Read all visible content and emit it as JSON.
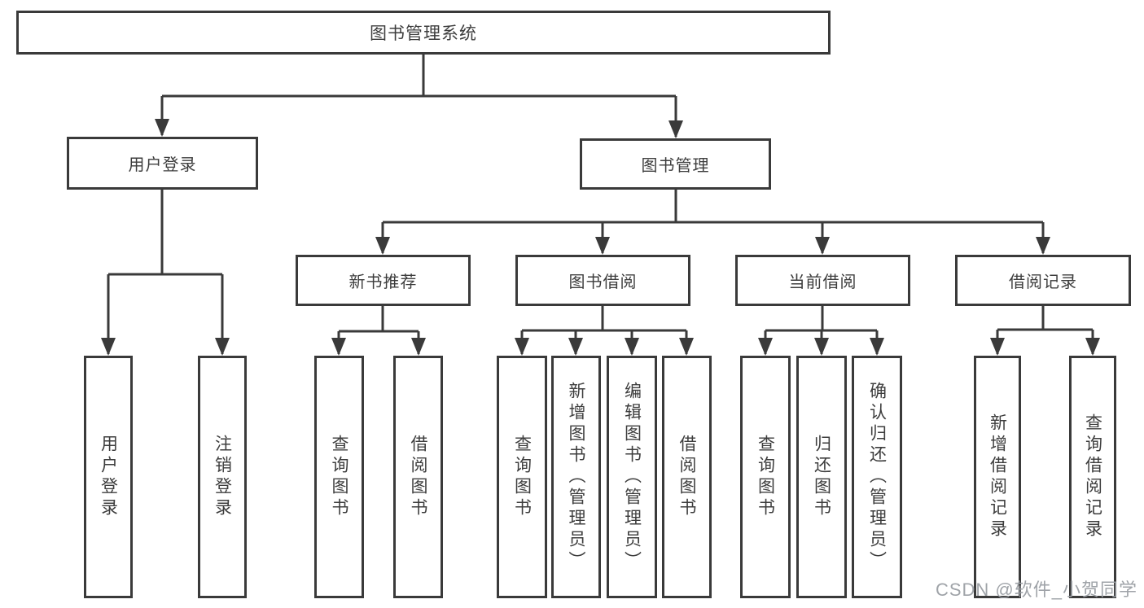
{
  "colors": {
    "line": "#3a3a3a",
    "box_border": "#3a3a3a",
    "text": "#3d3d3d",
    "background": "#ffffff",
    "watermark": "#9a9ea3"
  },
  "watermark": {
    "text": "CSDN @软件_小贺同学"
  },
  "diagram": {
    "root": {
      "label": "图书管理系统"
    },
    "level2": [
      {
        "label": "用户登录"
      },
      {
        "label": "图书管理"
      }
    ],
    "user_login_children": [
      {
        "label": "用户登录"
      },
      {
        "label": "注销登录"
      }
    ],
    "level3": [
      {
        "label": "新书推荐",
        "children": [
          {
            "label": "查询图书"
          },
          {
            "label": "借阅图书"
          }
        ]
      },
      {
        "label": "图书借阅",
        "children": [
          {
            "label": "查询图书"
          },
          {
            "label": "新增图书（管理员）"
          },
          {
            "label": "编辑图书（管理员）"
          },
          {
            "label": "借阅图书"
          }
        ]
      },
      {
        "label": "当前借阅",
        "children": [
          {
            "label": "查询图书"
          },
          {
            "label": "归还图书"
          },
          {
            "label": "确认归还（管理员）"
          }
        ]
      },
      {
        "label": "借阅记录",
        "children": [
          {
            "label": "新增借阅记录"
          },
          {
            "label": "查询借阅记录"
          }
        ]
      }
    ]
  }
}
